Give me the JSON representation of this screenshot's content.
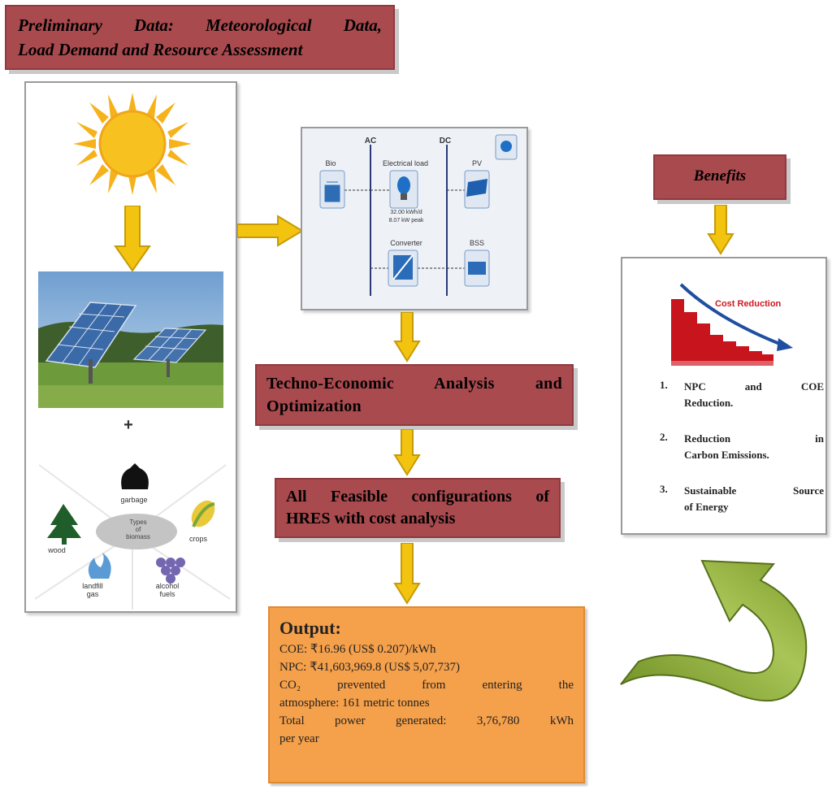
{
  "preliminary": {
    "line1": "Preliminary Data: Meteorological Data,",
    "line2": "Load Demand and Resource Assessment"
  },
  "biomass": {
    "plus": "+",
    "center_line1": "Types",
    "center_line2": "of",
    "center_line3": "biomass",
    "items": [
      "garbage",
      "wood",
      "crops",
      "landfill gas",
      "alcohol fuels"
    ]
  },
  "schematic": {
    "ac_label": "AC",
    "dc_label": "DC",
    "bio_label": "Bio",
    "load_label": "Electrical load",
    "load_sub1": "32.00 kWh/d",
    "load_sub2": "8.07 kW peak",
    "pv_label": "PV",
    "converter_label": "Converter",
    "bss_label": "BSS"
  },
  "techno": {
    "line1": "Techno-Economic Analysis and",
    "line2": "Optimization"
  },
  "feasible": {
    "line1": "All Feasible configurations of",
    "line2": "HRES with cost analysis"
  },
  "output": {
    "heading": "Output:",
    "coe": "COE: ₹16.96 (US$ 0.207)/kWh",
    "npc": "NPC: ₹41,603,969.8 (US$ 5,07,737)",
    "co2_line1": "CO₂ prevented from entering the",
    "co2_line2": "atmosphere: 161 metric tonnes",
    "power_line1": "Total power generated: 3,76,780 kWh",
    "power_line2": "per year"
  },
  "benefits": {
    "title": "Benefits",
    "chart_label": "Cost Reduction",
    "items": [
      {
        "num": "1.",
        "line1": "NPC and COE",
        "line2": "Reduction."
      },
      {
        "num": "2.",
        "line1": "Reduction in",
        "line2": "Carbon Emissions."
      },
      {
        "num": "3.",
        "line1": "Sustainable Source",
        "line2": "of Energy"
      }
    ]
  },
  "colors": {
    "red_box": "#a94a4e",
    "arrow_yellow": "#f2c40f",
    "output_orange": "#f5a04a",
    "curved_arrow_green": "#8cab3a"
  },
  "icons": [
    "sun-icon",
    "solar-panel-photo",
    "garbage-bag-icon",
    "tree-icon",
    "corn-icon",
    "flame-icon",
    "grapes-icon",
    "cost-reduction-chart",
    "curved-arrow"
  ]
}
